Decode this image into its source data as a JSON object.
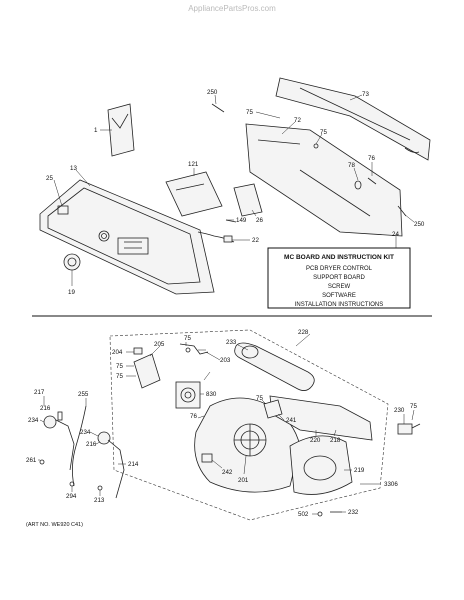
{
  "watermark": "AppliancePartsPros.com",
  "top_section": {
    "labels": [
      "250",
      "73",
      "75",
      "72",
      "1",
      "75",
      "78",
      "76",
      "13",
      "121",
      "25",
      "149",
      "26",
      "250",
      "22",
      "24",
      "19"
    ],
    "kit_box": {
      "title": "MC BOARD AND INSTRUCTION KIT",
      "lines": [
        "PCB DRYER CONTROL",
        "SUPPORT BOARD",
        "SCREW",
        "SOFTWARE",
        "INSTALLATION INSTRUCTIONS"
      ]
    }
  },
  "bottom_section": {
    "labels": [
      "228",
      "204",
      "205",
      "75",
      "233",
      "75",
      "203",
      "217",
      "75",
      "255",
      "830",
      "234",
      "216",
      "76",
      "75",
      "241",
      "230",
      "75",
      "220",
      "218",
      "234",
      "261",
      "216",
      "214",
      "201",
      "242",
      "219",
      "213",
      "3306",
      "294",
      "502",
      "232"
    ],
    "art_number": "(ART NO. WE920 C41)"
  }
}
